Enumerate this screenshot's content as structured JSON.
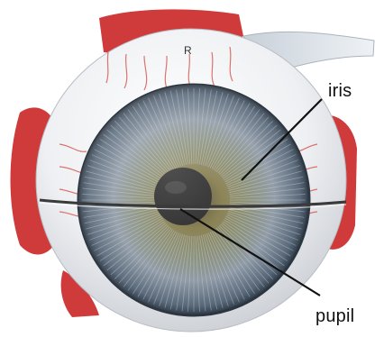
{
  "labels": {
    "iris": "iris",
    "pupil": "pupil"
  },
  "model_mark": "R",
  "colors": {
    "background": "#ffffff",
    "sclera": "#eef0f2",
    "muscle": "#cf3b3b",
    "iris_outer": "#4a5a6a",
    "iris_inner": "#6e6a3c",
    "pupil": "#151515",
    "leader_line": "#111111"
  }
}
